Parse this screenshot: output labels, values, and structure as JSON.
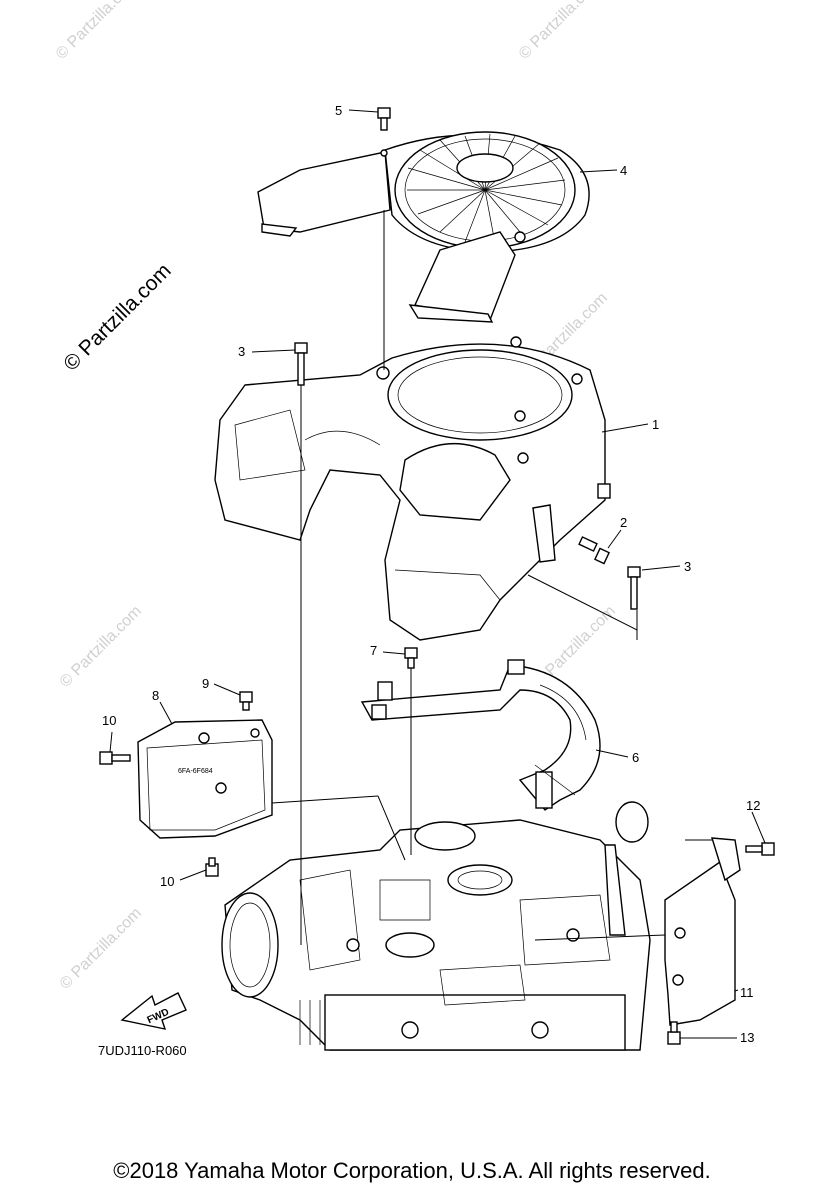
{
  "watermark": {
    "main": "© Partzilla.com",
    "faint": "© Partzilla.com"
  },
  "callouts": [
    {
      "id": "5",
      "label": "5"
    },
    {
      "id": "4",
      "label": "4"
    },
    {
      "id": "3a",
      "label": "3"
    },
    {
      "id": "1",
      "label": "1"
    },
    {
      "id": "2",
      "label": "2"
    },
    {
      "id": "3b",
      "label": "3"
    },
    {
      "id": "7",
      "label": "7"
    },
    {
      "id": "9",
      "label": "9"
    },
    {
      "id": "8",
      "label": "8"
    },
    {
      "id": "10a",
      "label": "10"
    },
    {
      "id": "6",
      "label": "6"
    },
    {
      "id": "12",
      "label": "12"
    },
    {
      "id": "10b",
      "label": "10"
    },
    {
      "id": "11",
      "label": "11"
    },
    {
      "id": "13",
      "label": "13"
    }
  ],
  "fwd_label": "FWD",
  "cover_marking": "6FA-6F684",
  "ref_code": "7UDJ110-R060",
  "copyright": "©2018  Yamaha Motor Corporation, U.S.A. All rights reserved."
}
